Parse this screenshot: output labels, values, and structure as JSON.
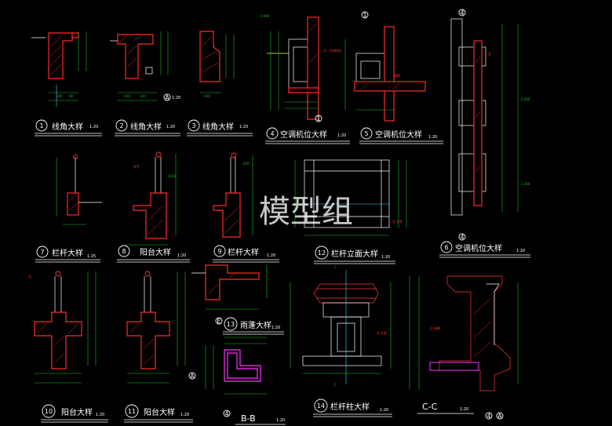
{
  "watermark": "模型组",
  "details": [
    {
      "num": "1",
      "title": "线角大样",
      "scale": "1:20"
    },
    {
      "num": "2",
      "title": "线角大样",
      "scale": "1:20"
    },
    {
      "num": "3",
      "title": "线角大样",
      "scale": "1:20"
    },
    {
      "num": "4",
      "title": "空调机位大样",
      "scale": "1:20"
    },
    {
      "num": "5",
      "title": "空调机位大样",
      "scale": "1:20"
    },
    {
      "num": "7",
      "title": "栏杆大样",
      "scale": "1:25"
    },
    {
      "num": "8",
      "title": "阳台大样",
      "scale": "1:20"
    },
    {
      "num": "9",
      "title": "栏杆大样",
      "scale": "1:20"
    },
    {
      "num": "12",
      "title": "栏杆立面大样",
      "scale": "1:20"
    },
    {
      "num": "6",
      "title": "空调机位大样",
      "scale": "1:20"
    },
    {
      "num": "10",
      "title": "阳台大样",
      "scale": "1:20"
    },
    {
      "num": "11",
      "title": "阳台大样",
      "scale": "1:20"
    },
    {
      "num": "13",
      "title": "雨蓬大样",
      "scale": "1:20"
    },
    {
      "num": "14",
      "title": "栏杆柱大样",
      "scale": "1:20"
    }
  ],
  "sections": [
    {
      "title": "B-B",
      "scale": "1:20"
    },
    {
      "title": "C-C",
      "scale": "1:20"
    }
  ],
  "axis_markers": [
    "A",
    "1",
    "1",
    "4",
    "4",
    "E",
    "A",
    "4",
    "4",
    "A"
  ],
  "section_marks": [
    "C",
    "C"
  ]
}
